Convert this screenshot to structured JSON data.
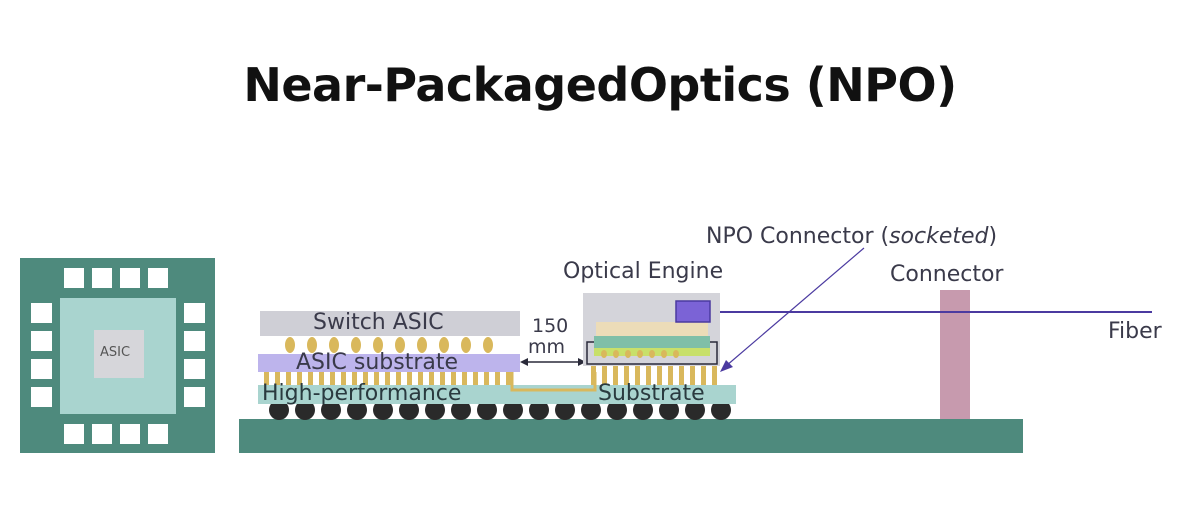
{
  "title": "Near-PackagedOptics (NPO)",
  "labels": {
    "asic_chip": "ASIC",
    "switch_asic": "Switch ASIC",
    "asic_substrate": "ASIC substrate",
    "high_performance": "High-performance",
    "substrate": "Substrate",
    "distance_value": "150",
    "distance_unit": "mm",
    "optical_engine": "Optical Engine",
    "npo_connector": "NPO Connector (",
    "npo_connector_italic": "socketed",
    "npo_connector_end": ")",
    "connector": "Connector",
    "fiber": "Fiber"
  },
  "colors": {
    "board": "#4e8a7d",
    "package_inner": "#a9d4cf",
    "pad": "#ffffff",
    "asic_die": "#d6d6da",
    "switch_asic": "#cfcfd6",
    "asic_substrate": "#bdb4ec",
    "high_perf_substrate": "#a9d4cf",
    "gold": "#d9b85c",
    "solder_ball": "#2a2a2a",
    "optical_engine": "#d4d4da",
    "npo_chip": "#7b63d6",
    "fiber": "#4b3aa0",
    "connector": "#c79aae"
  }
}
